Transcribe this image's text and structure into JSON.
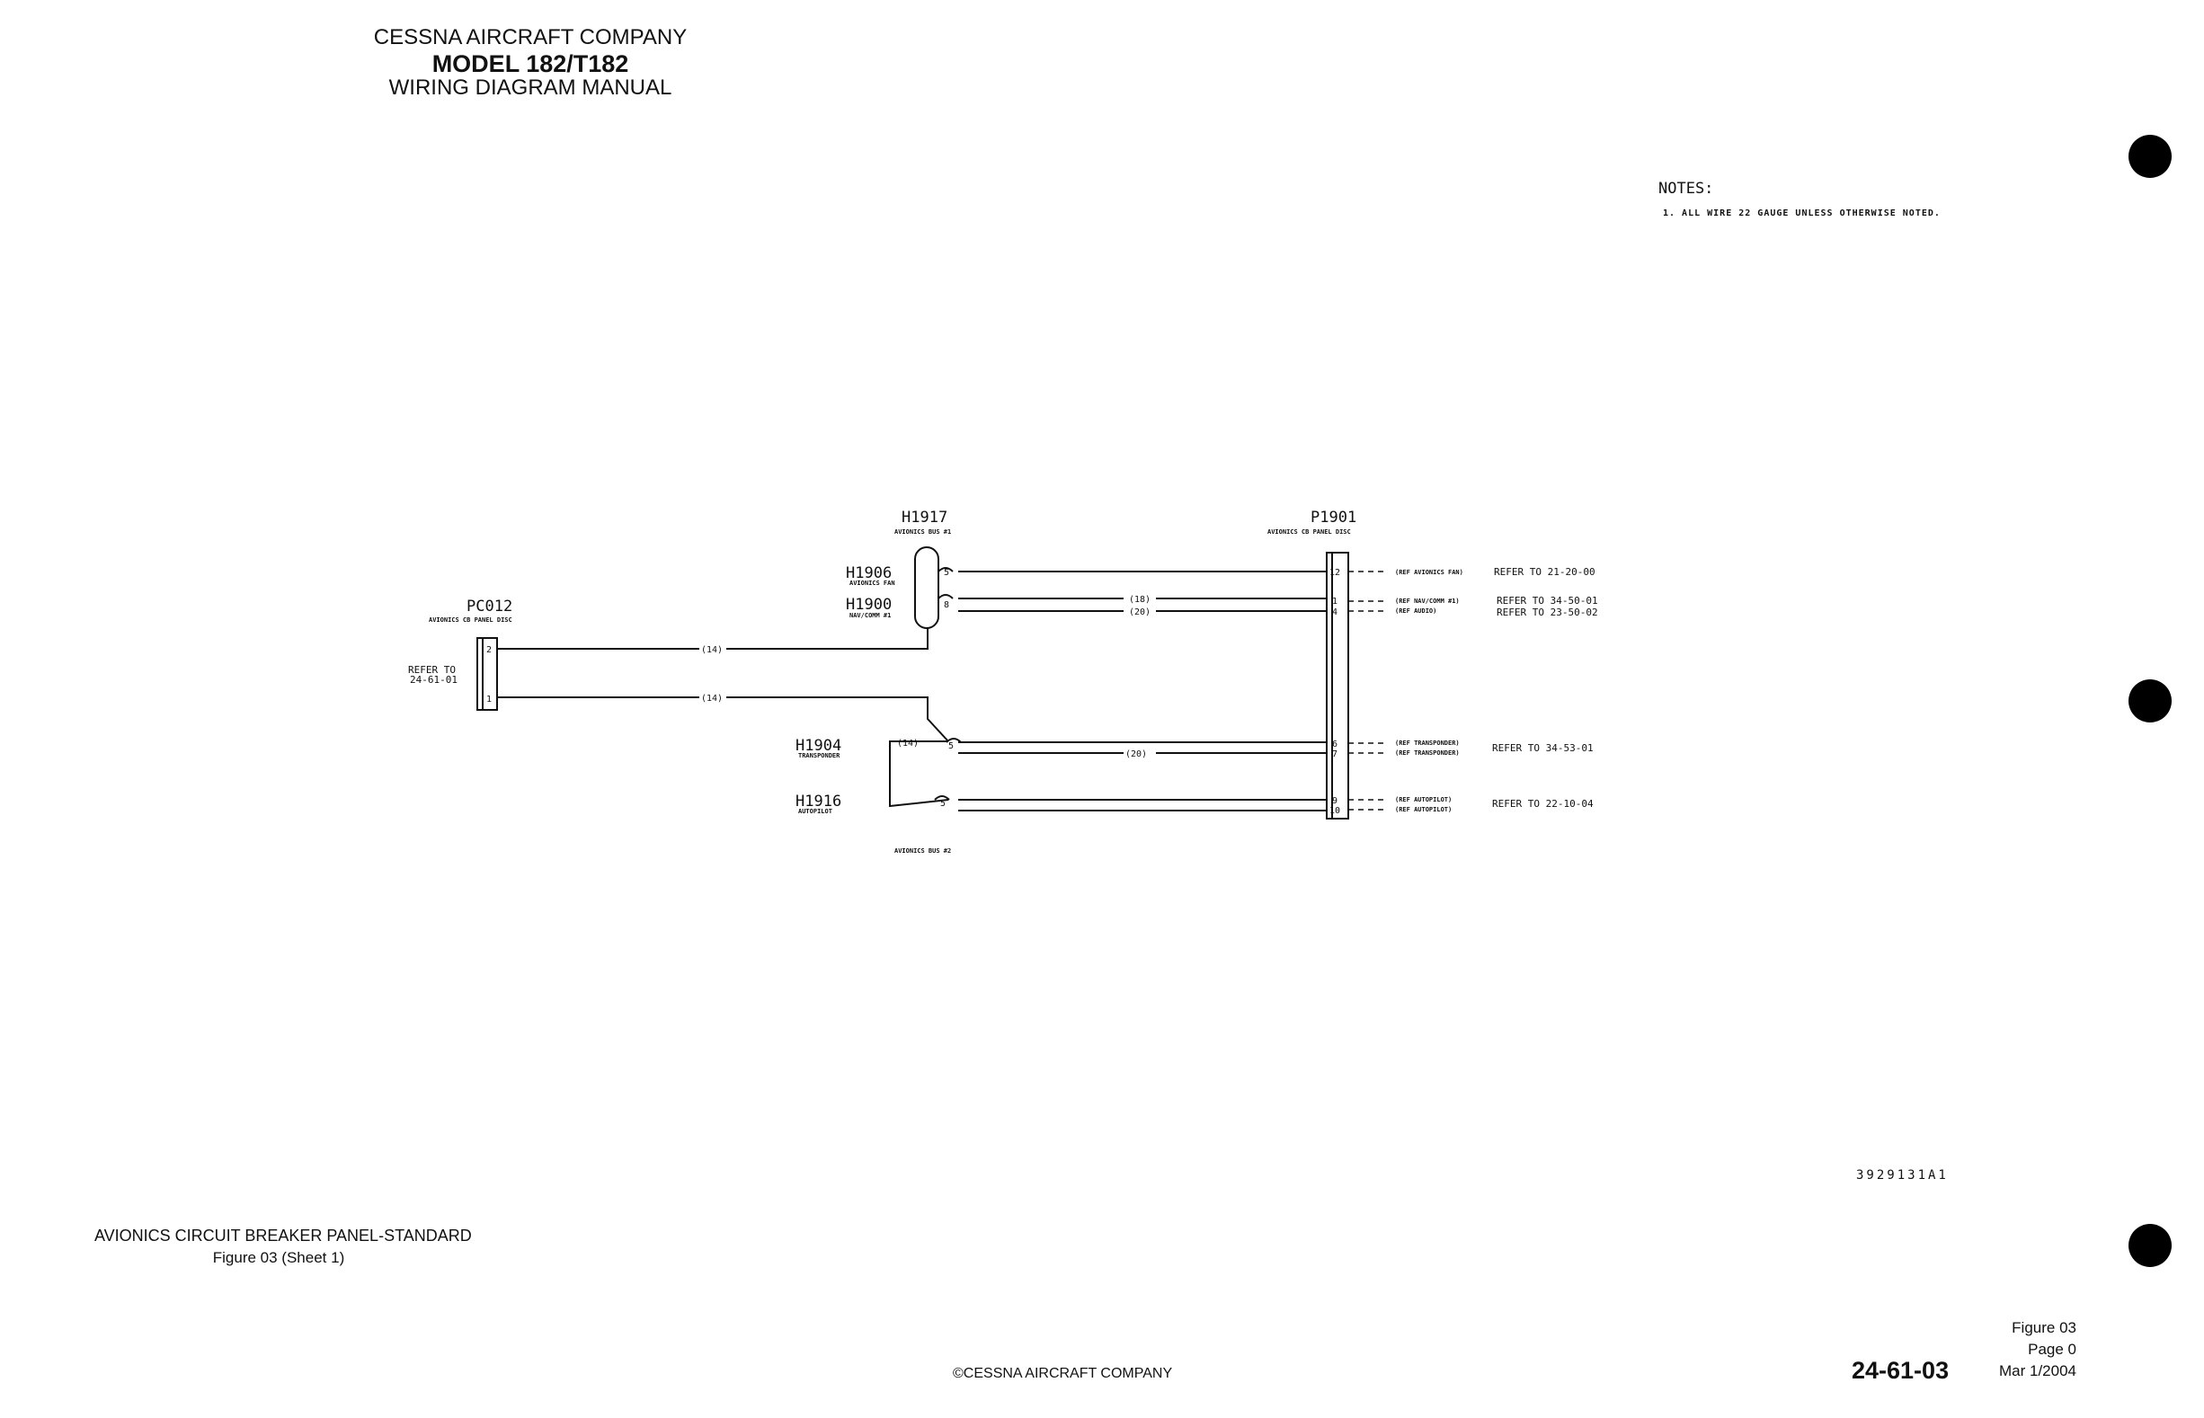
{
  "header": {
    "company": "CESSNA AIRCRAFT COMPANY",
    "model": "MODEL 182/T182",
    "manual": "WIRING DIAGRAM MANUAL"
  },
  "notes": {
    "title": "NOTES:",
    "items": [
      "1. ALL WIRE 22 GAUGE UNLESS OTHERWISE NOTED."
    ]
  },
  "diagram": {
    "pc012": {
      "label": "PC012",
      "sub": "AVIONICS CB PANEL DISC",
      "refer": [
        "REFER TO",
        "24-61-01"
      ],
      "pins": [
        "2",
        "1"
      ]
    },
    "h1917": {
      "label": "H1917",
      "sub": "AVIONICS BUS #1"
    },
    "h1906": {
      "label": "H1906",
      "sub": "AVIONICS FAN",
      "rating": "5"
    },
    "h1900": {
      "label": "H1900",
      "sub": "NAV/COMM #1",
      "rating": "8"
    },
    "h1904": {
      "label": "H1904",
      "sub": "TRANSPONDER",
      "rating": "5"
    },
    "h1916": {
      "label": "H1916",
      "sub": "AUTOPILOT",
      "rating": "5"
    },
    "bus2": {
      "label": "AVIONICS BUS #2"
    },
    "p1901": {
      "label": "P1901",
      "sub": "AVIONICS CB PANEL DISC",
      "pins": [
        "12",
        "1",
        "4",
        "6",
        "7",
        "9",
        "10"
      ]
    },
    "wire_labels": {
      "w14a": "(14)",
      "w14b": "(14)",
      "w14c": "(14)",
      "w18": "(18)",
      "w20a": "(20)",
      "w20b": "(20)"
    },
    "ref_lines": [
      "(REF AVIONICS FAN)",
      "(REF NAV/COMM #1)",
      "(REF AUDIO)",
      "(REF TRANSPONDER)",
      "(REF TRANSPONDER)",
      "(REF AUTOPILOT)",
      "(REF AUTOPILOT)"
    ],
    "refer_to": [
      "REFER TO 21-20-00",
      "REFER TO 34-50-01",
      "REFER TO 23-50-02",
      "REFER TO 34-53-01",
      "REFER TO 22-10-04"
    ]
  },
  "footer": {
    "drawing_id": "3929131A1",
    "figure_title": "AVIONICS CIRCUIT BREAKER PANEL-STANDARD",
    "figure_sheet": "Figure 03 (Sheet 1)",
    "copyright": "©CESSNA AIRCRAFT COMPANY",
    "section": "24-61-03",
    "figure": "Figure 03",
    "page": "Page 0",
    "date": "Mar 1/2004"
  }
}
